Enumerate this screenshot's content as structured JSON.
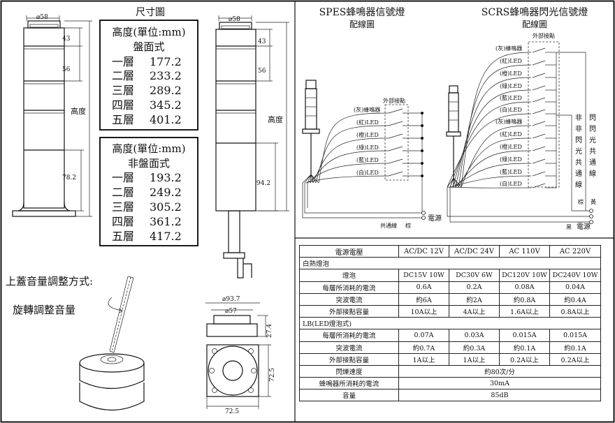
{
  "diagram_title": "尺寸圖",
  "dims": {
    "dia58": "⌀58",
    "d43": "43",
    "d56": "56",
    "d782": "78.2",
    "d942": "94.2",
    "height": "高度",
    "dia937": "⌀93.7",
    "dia57": "⌀57",
    "d274": "27.4",
    "d725a": "72.5",
    "d725b": "72.5"
  },
  "height_tables": [
    {
      "title": "高度(單位:mm)",
      "subtitle": "盤面式",
      "rows": [
        {
          "label": "一層",
          "value": "177.2"
        },
        {
          "label": "二層",
          "value": "233.2"
        },
        {
          "label": "三層",
          "value": "289.2"
        },
        {
          "label": "四層",
          "value": "345.2"
        },
        {
          "label": "五層",
          "value": "401.2"
        }
      ]
    },
    {
      "title": "高度(單位:mm)",
      "subtitle": "非盤面式",
      "rows": [
        {
          "label": "一層",
          "value": "193.2"
        },
        {
          "label": "二層",
          "value": "249.2"
        },
        {
          "label": "三層",
          "value": "305.2"
        },
        {
          "label": "四層",
          "value": "361.2"
        },
        {
          "label": "五層",
          "value": "417.2"
        }
      ]
    }
  ],
  "volume": {
    "title": "上蓋音量調整方式:",
    "subtitle": "旋轉調整音量"
  },
  "spes": {
    "title1": "SPES蜂鳴器信號燈",
    "title2": "配線圖",
    "external": "外部接點",
    "lines": [
      "(灰)蜂鳴器",
      "(紅)LED",
      "(橙)LED",
      "(綠)LED",
      "(藍)LED",
      "(白)LED"
    ],
    "power": "電源",
    "common": "共通線",
    "brown": "棕"
  },
  "scrs": {
    "title1": "SCRS蜂鳴器閃光信號燈",
    "title2": "配線圖",
    "external": "外部接點",
    "lines": [
      "(灰)蜂鳴器",
      "(紅)LED",
      "(橙)LED",
      "(綠)LED",
      "(藍)LED",
      "(白)LED",
      "(灰)蜂鳴器",
      "(紅)LED",
      "(橙)LED",
      "(綠)LED",
      "(藍)LED",
      "(白)LED"
    ],
    "flash_label": [
      "閃",
      "閃",
      "光",
      "共",
      "通",
      "線"
    ],
    "nonflash_label": [
      "非",
      "非",
      "閃",
      "光",
      "共",
      "通",
      "線"
    ],
    "brown": "棕",
    "yellow": "黃",
    "black": "黑",
    "power": "電源"
  },
  "spec_table": {
    "header": [
      "電源電壓",
      "AC/DC 12V",
      "AC/DC 24V",
      "AC 110V",
      "AC 220V"
    ],
    "section1": "白熱燈泡",
    "rows1": [
      [
        "燈泡",
        "DC15V 10W",
        "DC30V 6W",
        "DC120V 10W",
        "DC240V 10W"
      ],
      [
        "每層所消耗的電流",
        "0.6A",
        "0.2A",
        "0.08A",
        "0.04A"
      ],
      [
        "突波電流",
        "約6A",
        "約2A",
        "約0.8A",
        "約0.4A"
      ],
      [
        "外部接點容量",
        "10A以上",
        "4A以上",
        "1.6A以上",
        "0.8A以上"
      ]
    ],
    "section2": "LB(LED燈泡式)",
    "rows2": [
      [
        "每層所消耗的電流",
        "0.07A",
        "0.03A",
        "0.015A",
        "0.015A"
      ],
      [
        "突波電流",
        "約0.7A",
        "約0.3A",
        "約0.1A",
        "約0.1A"
      ],
      [
        "外部接點容量",
        "1A以上",
        "1A以上",
        "0.2A以上",
        "0.2A以上"
      ]
    ],
    "rows3": [
      [
        "閃爍速度",
        "約80次/分"
      ],
      [
        "蜂鳴器所消耗的電流",
        "30mA"
      ],
      [
        "音量",
        "85dB"
      ]
    ]
  }
}
